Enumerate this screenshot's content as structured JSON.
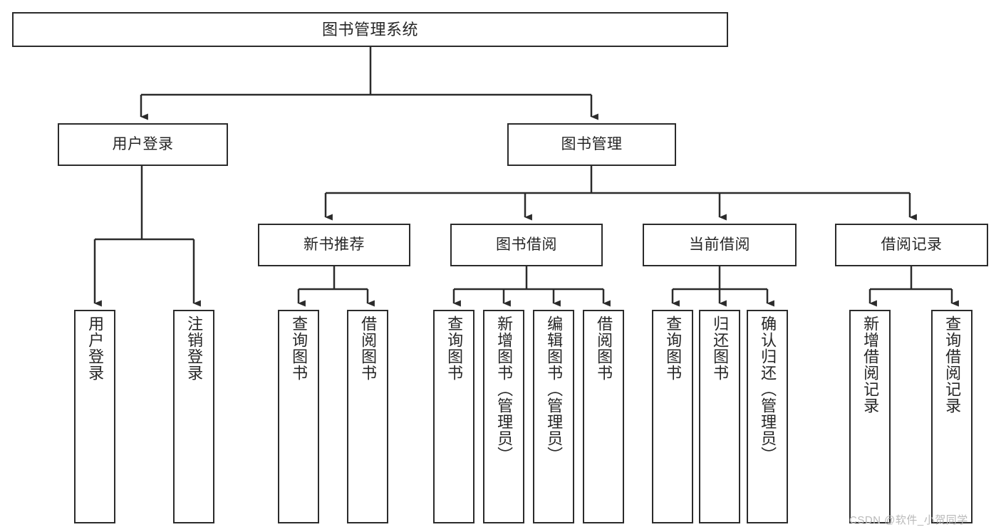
{
  "diagram": {
    "title": "图书管理系统",
    "type": "功能结构图",
    "stroke_color": "#2b2b2b",
    "text_color": "#262626",
    "background_color": "#ffffff"
  },
  "nodes": {
    "root": {
      "label": "图书管理系统"
    },
    "level2": [
      {
        "label": "用户登录"
      },
      {
        "label": "图书管理"
      }
    ],
    "level3": [
      {
        "label": "新书推荐"
      },
      {
        "label": "图书借阅"
      },
      {
        "label": "当前借阅"
      },
      {
        "label": "借阅记录"
      }
    ],
    "leaves": {
      "user_login": [
        {
          "label": "用户登录"
        },
        {
          "label": "注销登录"
        }
      ],
      "new_book": [
        {
          "label": "查询图书"
        },
        {
          "label": "借阅图书"
        }
      ],
      "book_borrow": [
        {
          "label": "查询图书"
        },
        {
          "label": "新增图书（管理员）"
        },
        {
          "label": "编辑图书（管理员）"
        },
        {
          "label": "借阅图书"
        }
      ],
      "current_borrow": [
        {
          "label": "查询图书"
        },
        {
          "label": "归还图书"
        },
        {
          "label": "确认归还（管理员）"
        }
      ],
      "borrow_record": [
        {
          "label": "新增借阅记录"
        },
        {
          "label": "查询借阅记录"
        }
      ]
    }
  },
  "watermark": {
    "text": "CSDN @软件_小贺同学"
  }
}
